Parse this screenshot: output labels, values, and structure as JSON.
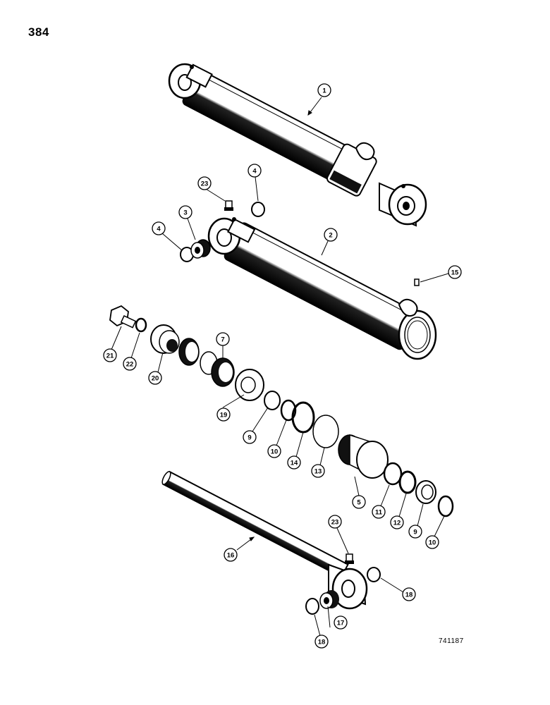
{
  "page_number": "384",
  "drawing_number": "741187",
  "callouts": [
    {
      "id": "c1",
      "label": "1"
    },
    {
      "id": "c2",
      "label": "2"
    },
    {
      "id": "c3",
      "label": "3"
    },
    {
      "id": "c4a",
      "label": "4"
    },
    {
      "id": "c4b",
      "label": "4"
    },
    {
      "id": "c5",
      "label": "5"
    },
    {
      "id": "c7",
      "label": "7"
    },
    {
      "id": "c9a",
      "label": "9"
    },
    {
      "id": "c9b",
      "label": "9"
    },
    {
      "id": "c10a",
      "label": "10"
    },
    {
      "id": "c10b",
      "label": "10"
    },
    {
      "id": "c11",
      "label": "11"
    },
    {
      "id": "c12",
      "label": "12"
    },
    {
      "id": "c13",
      "label": "13"
    },
    {
      "id": "c14",
      "label": "14"
    },
    {
      "id": "c15",
      "label": "15"
    },
    {
      "id": "c16",
      "label": "16"
    },
    {
      "id": "c17",
      "label": "17"
    },
    {
      "id": "c18a",
      "label": "18"
    },
    {
      "id": "c18b",
      "label": "18"
    },
    {
      "id": "c19",
      "label": "19"
    },
    {
      "id": "c20",
      "label": "20"
    },
    {
      "id": "c21",
      "label": "21"
    },
    {
      "id": "c22",
      "label": "22"
    },
    {
      "id": "c23a",
      "label": "23"
    },
    {
      "id": "c23b",
      "label": "23"
    }
  ]
}
